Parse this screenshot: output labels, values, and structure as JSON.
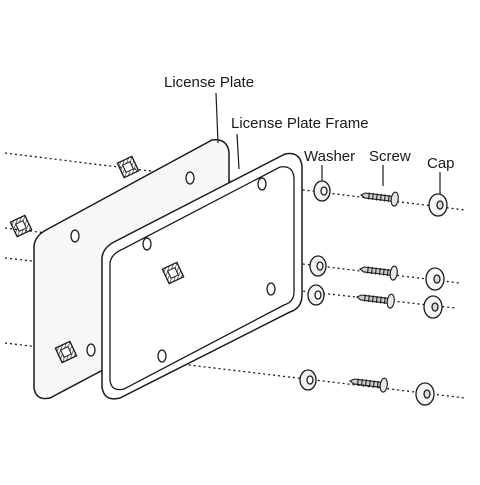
{
  "labels": {
    "license_plate": "License Plate",
    "license_plate_frame": "License Plate Frame",
    "washer": "Washer",
    "screw": "Screw",
    "cap": "Cap"
  },
  "colors": {
    "ink": "#1a1a1a",
    "plate_fill": "#f7f7f7",
    "washer_fill": "#f2f2f2",
    "screw_fill": "#cfcfcf"
  },
  "parts": {
    "plate_holes": 4,
    "frame_holes": 4,
    "washers": 4,
    "screws": 4,
    "caps": 4,
    "clips": 4
  }
}
